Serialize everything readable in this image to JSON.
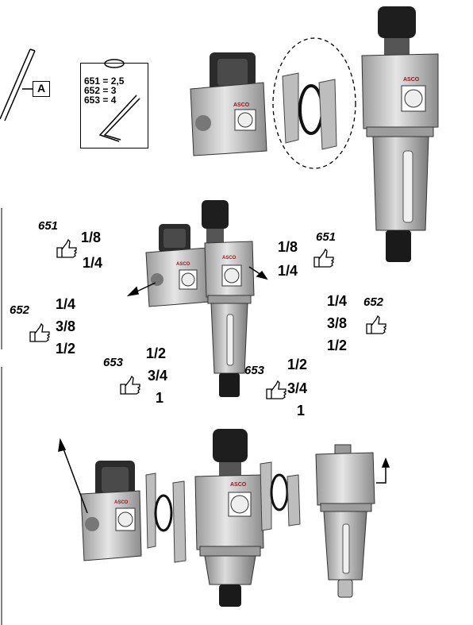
{
  "tool_callout": {
    "label": "A"
  },
  "key_table": {
    "rows": [
      "651 = 2,5",
      "652 = 3",
      "653 = 4"
    ]
  },
  "port_groups": [
    {
      "model": "651",
      "sizes": [
        "1/8",
        "1/4"
      ]
    },
    {
      "model": "652",
      "sizes": [
        "1/4",
        "3/8",
        "1/2"
      ]
    },
    {
      "model": "653",
      "sizes": [
        "1/2",
        "3/4",
        "1"
      ]
    },
    {
      "model": "651",
      "sizes": [
        "1/8",
        "1/4"
      ]
    },
    {
      "model": "652",
      "sizes": [
        "1/4",
        "3/8",
        "1/2"
      ]
    },
    {
      "model": "653",
      "sizes": [
        "1/2",
        "3/4",
        "1"
      ]
    }
  ],
  "icons": [
    "hex-key-icon",
    "thumbs-up-icon",
    "arrow-icon",
    "filter-regulator-unit",
    "regulator-unit",
    "lubricator-unit",
    "bracket-clip",
    "o-ring-seal"
  ],
  "colors": {
    "line": "#000000",
    "metal": "#c8c8c8",
    "knob": "#1a1a1a",
    "body": "#d4d4d4"
  }
}
